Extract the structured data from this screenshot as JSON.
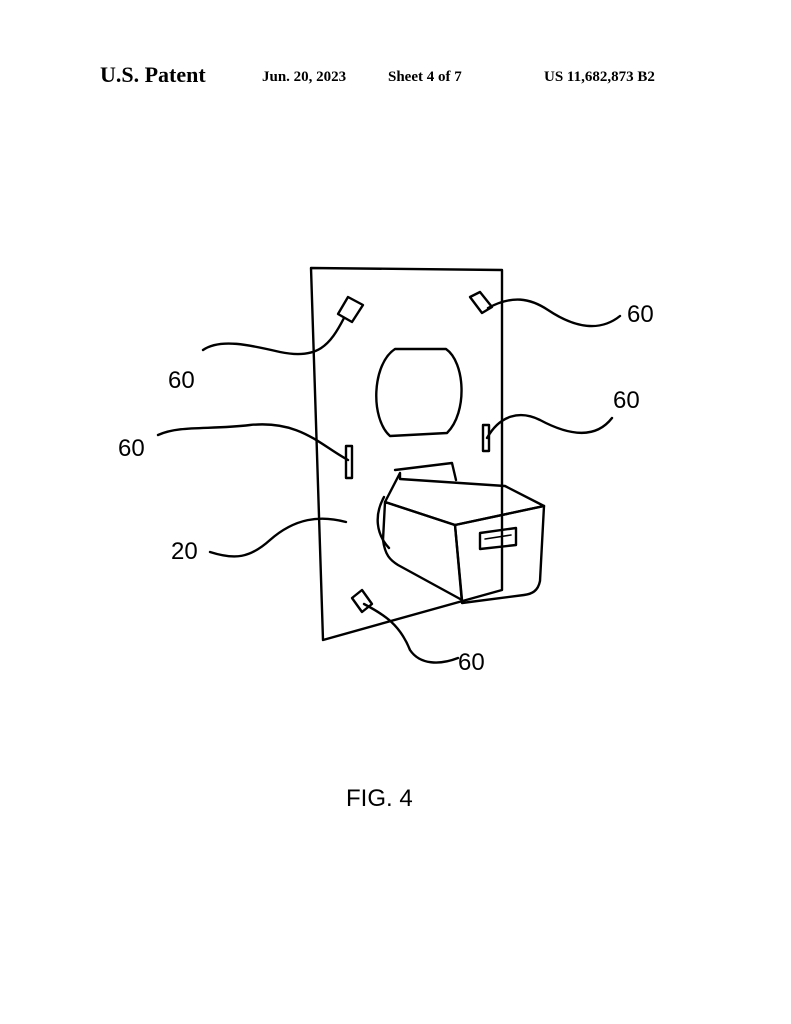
{
  "header": {
    "title": "U.S. Patent",
    "date": "Jun. 20, 2023",
    "sheet": "Sheet 4 of 7",
    "patent_number": "US 11,682,873 B2"
  },
  "figure": {
    "caption": "FIG. 4",
    "labels": {
      "tab_top_left": "60",
      "tab_top_right": "60",
      "tab_mid_left": "60",
      "tab_mid_right": "60",
      "tab_bottom": "60",
      "plate": "20"
    }
  }
}
